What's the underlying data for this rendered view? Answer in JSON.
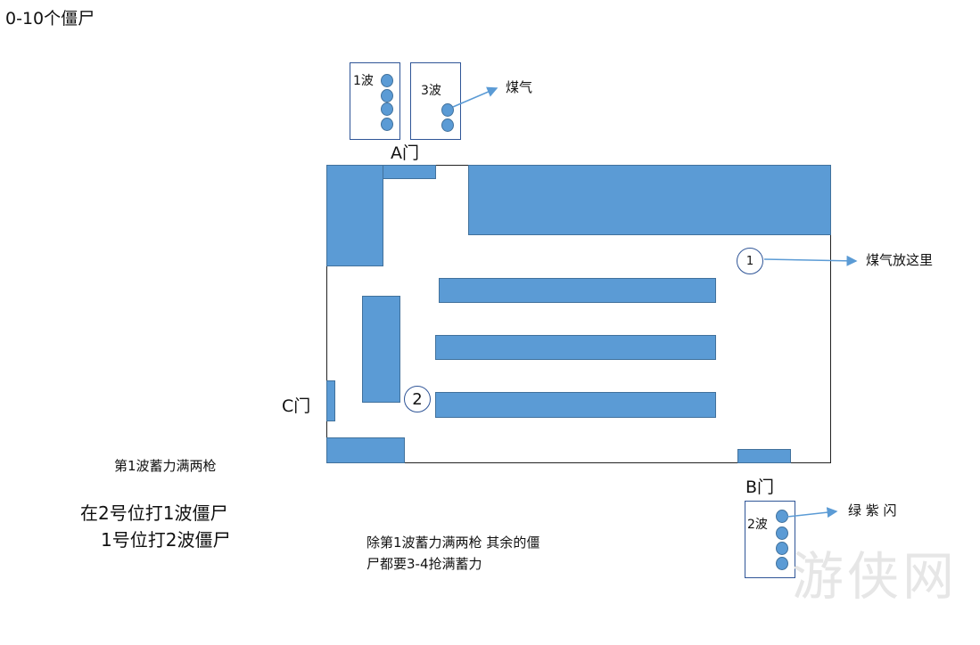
{
  "title": "0-10个僵尸",
  "doors": {
    "a": "A门",
    "b": "B门",
    "c": "C门"
  },
  "waves": {
    "w1": "1波",
    "w2": "2波",
    "w3": "3波"
  },
  "labels": {
    "gas": "煤气",
    "gas_here": "煤气放这里",
    "flash": "绿 紫 闪"
  },
  "markers": {
    "m1": "1",
    "m2": "2"
  },
  "notes": {
    "n1": "第1波蓄力满两枪",
    "n2": "在2号位打1波僵尸",
    "n3": "1号位打2波僵尸",
    "n4a": "除第1波蓄力满两枪 其余的僵",
    "n4b": "尸都要3-4抢满蓄力"
  },
  "watermark": "游侠网",
  "colors": {
    "block": "#5b9bd5",
    "border": "#2f5597"
  }
}
